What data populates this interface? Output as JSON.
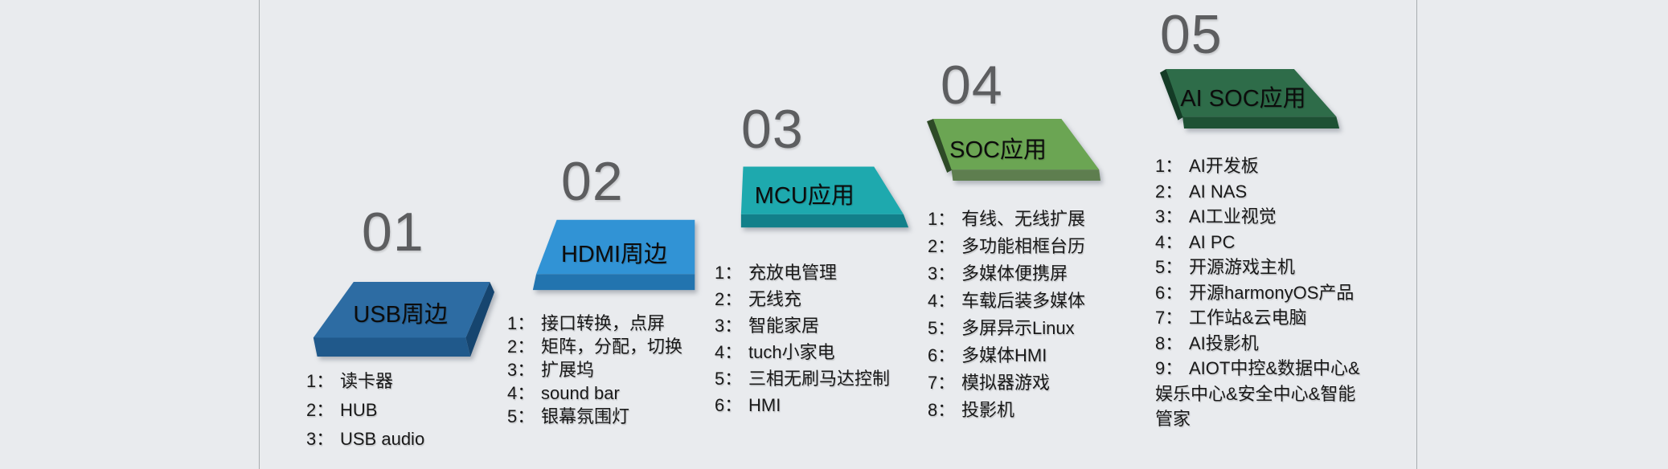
{
  "page": {
    "background": "#e9ebee",
    "divider_color": "#a8acb0",
    "step_number_color": "#5d5e60",
    "text_color": "#191919"
  },
  "steps": [
    {
      "number": "01",
      "label": "USB周边",
      "colors": {
        "top": "#2d6ca3",
        "front": "#20598b",
        "side": "#16456f"
      },
      "items": [
        {
          "num": "1：",
          "text": "读卡器"
        },
        {
          "num": "2：",
          "text": "HUB"
        },
        {
          "num": "3：",
          "text": "USB audio"
        }
      ]
    },
    {
      "number": "02",
      "label": "HDMI周边",
      "colors": {
        "top": "#3193d5",
        "front": "#2274af"
      },
      "items": [
        {
          "num": "1：",
          "text": "接口转换，点屏"
        },
        {
          "num": "2：",
          "text": "矩阵，分配，切换"
        },
        {
          "num": "3：",
          "text": "扩展坞"
        },
        {
          "num": "4：",
          "text": "sound bar"
        },
        {
          "num": "5：",
          "text": "银幕氛围灯"
        }
      ]
    },
    {
      "number": "03",
      "label": "MCU应用",
      "colors": {
        "top": "#1ea9ae",
        "front": "#12808a"
      },
      "items": [
        {
          "num": "1：",
          "text": "充放电管理"
        },
        {
          "num": "2：",
          "text": "无线充"
        },
        {
          "num": "3：",
          "text": "智能家居"
        },
        {
          "num": "4：",
          "text": "tuch小家电"
        },
        {
          "num": "5：",
          "text": "三相无刷马达控制"
        },
        {
          "num": "6：",
          "text": "HMI"
        }
      ]
    },
    {
      "number": "04",
      "label": "SOC应用",
      "colors": {
        "top": "#6ba553",
        "front": "#5e7e4f",
        "side": "#2e4a27"
      },
      "items": [
        {
          "num": "1：",
          "text": "有线、无线扩展"
        },
        {
          "num": "2：",
          "text": "多功能相框台历"
        },
        {
          "num": "3：",
          "text": "多媒体便携屏"
        },
        {
          "num": "4：",
          "text": "车载后装多媒体"
        },
        {
          "num": "5：",
          "text": "多屏异示Linux"
        },
        {
          "num": "6：",
          "text": "多媒体HMI"
        },
        {
          "num": "7：",
          "text": "模拟器游戏"
        },
        {
          "num": "8：",
          "text": "投影机"
        }
      ]
    },
    {
      "number": "05",
      "label": "AI SOC应用",
      "colors": {
        "top": "#2e6c49",
        "front": "#1e5134",
        "side": "#143b26"
      },
      "items": [
        {
          "num": "1：",
          "text": "AI开发板"
        },
        {
          "num": "2：",
          "text": "AI NAS"
        },
        {
          "num": "3：",
          "text": "AI工业视觉"
        },
        {
          "num": "4：",
          "text": "AI PC"
        },
        {
          "num": "5：",
          "text": "开源游戏主机"
        },
        {
          "num": "6：",
          "text": "开源harmonyOS产品"
        },
        {
          "num": "7：",
          "text": "工作站&云电脑"
        },
        {
          "num": "8：",
          "text": "AI投影机"
        },
        {
          "num": "9：",
          "text": "AIOT中控&数据中心&娱乐中心&安全中心&智能管家"
        }
      ]
    }
  ]
}
